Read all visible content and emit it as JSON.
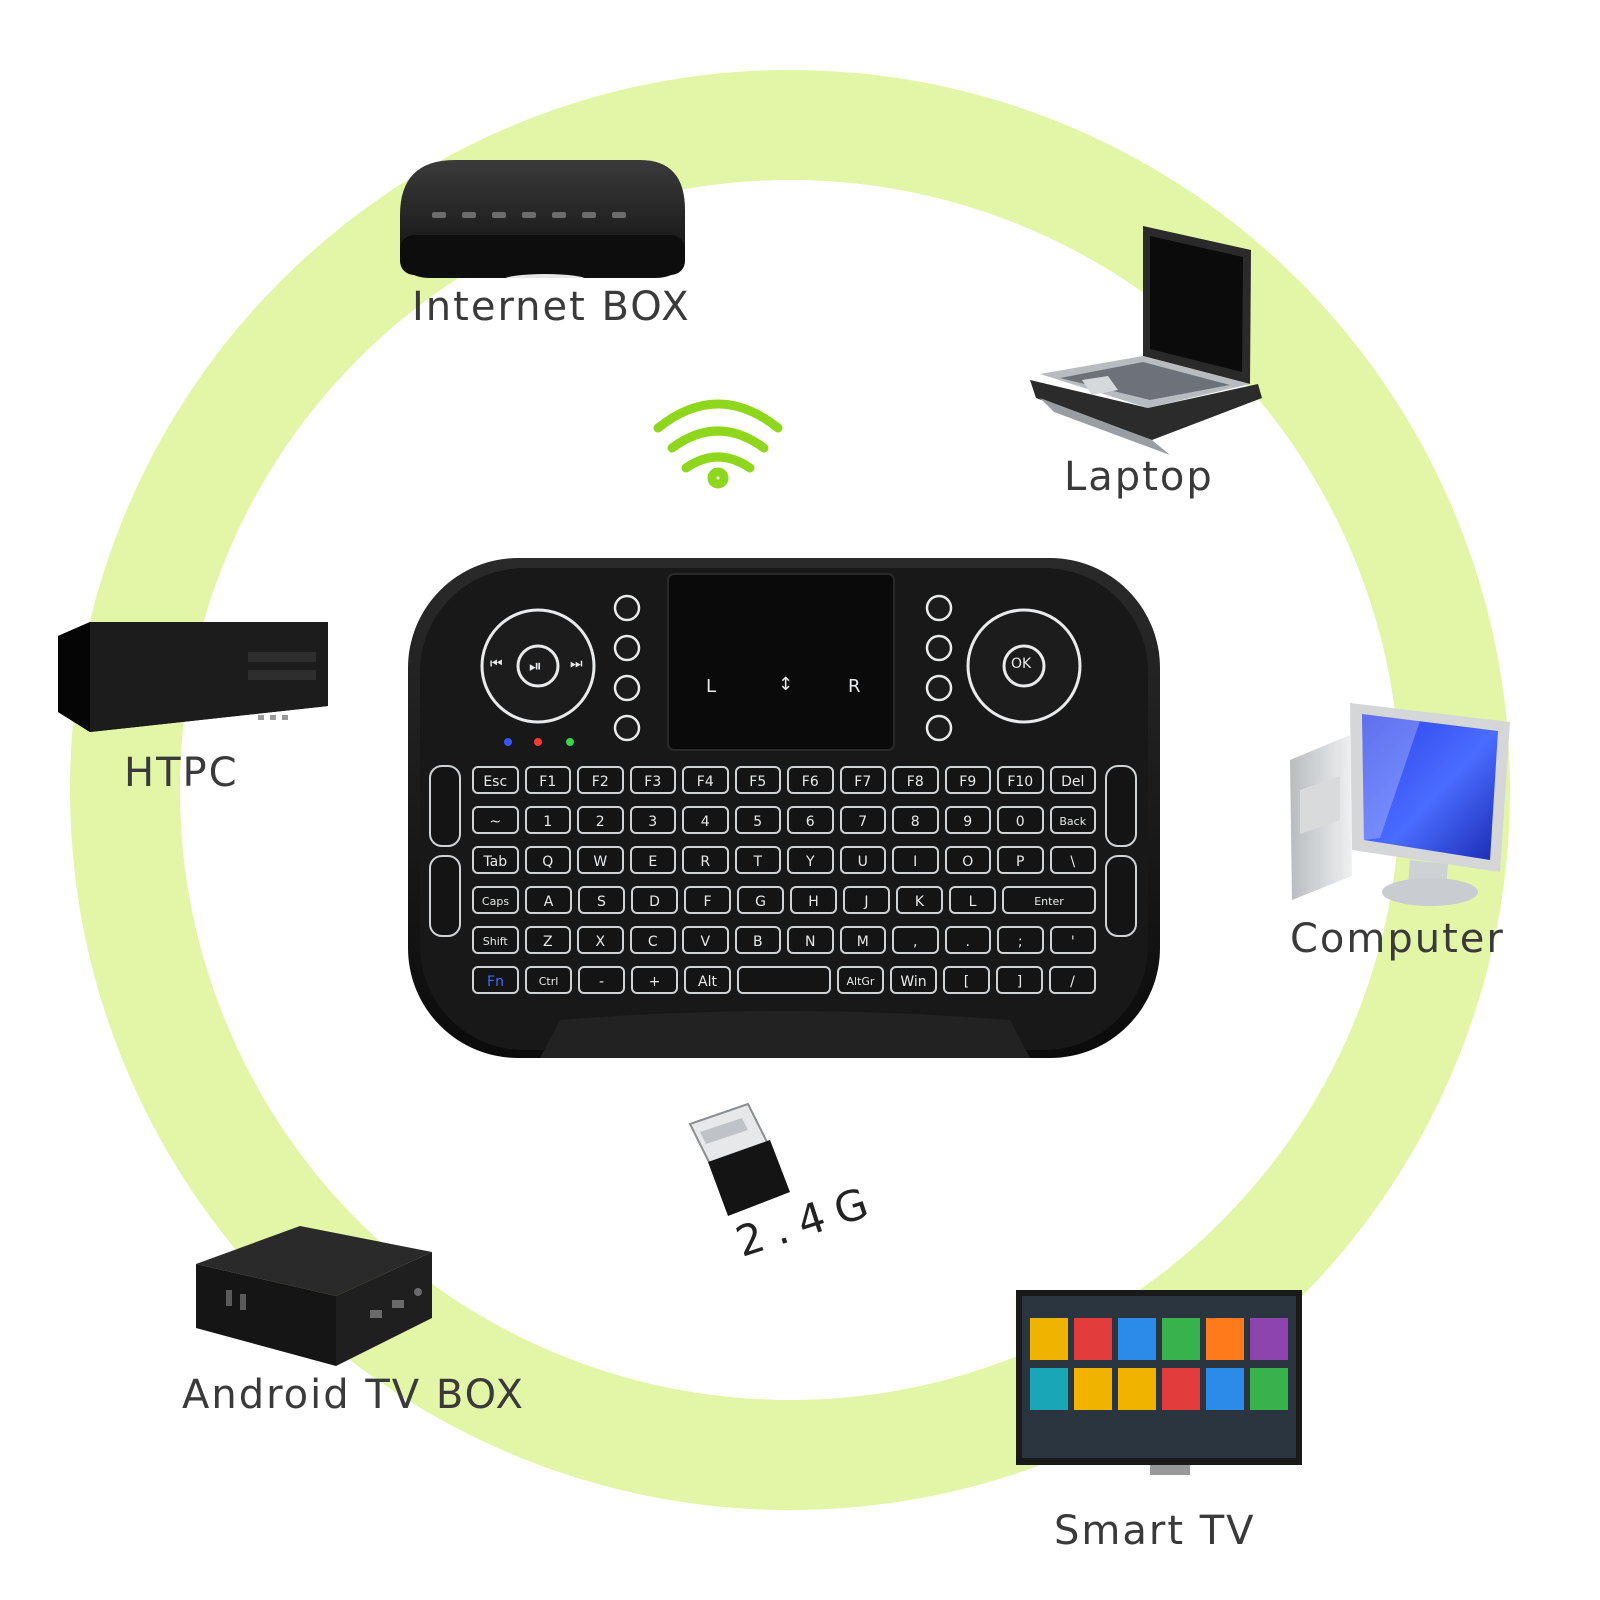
{
  "colors": {
    "ring": "#e3f5a6",
    "wifi": "#8fd71d",
    "label": "#3a3a3a",
    "keyboard_body": "#111111",
    "key_legend": "#e7e9ea",
    "fn_key": "#3f6bff",
    "led_blue": "#3a55ff",
    "led_red": "#ff3a3a",
    "led_green": "#37d64a"
  },
  "devices": {
    "internet_box": "Internet BOX",
    "laptop": "Laptop",
    "htpc": "HTPC",
    "computer": "Computer",
    "android_tv_box": "Android TV BOX",
    "smart_tv": "Smart TV"
  },
  "dongle_label": "2.4G",
  "icons": [
    "wifi-icon",
    "usb-dongle-icon",
    "power-icon",
    "mouse-icon"
  ],
  "touchpad": {
    "left": "L",
    "middle": "↕",
    "right": "R"
  },
  "dpad_left": {
    "center": "⏯",
    "prev": "⏮",
    "next": "⏭"
  },
  "dpad_right": {
    "center": "OK"
  },
  "keyboard_rows": [
    [
      "Esc",
      "F1",
      "F2",
      "F3",
      "F4",
      "F5",
      "F6",
      "F7",
      "F8",
      "F9",
      "F10",
      "Del"
    ],
    [
      "~",
      "1",
      "2",
      "3",
      "4",
      "5",
      "6",
      "7",
      "8",
      "9",
      "0",
      "Back"
    ],
    [
      "Tab",
      "Q",
      "W",
      "E",
      "R",
      "T",
      "Y",
      "U",
      "I",
      "O",
      "P",
      "\\"
    ],
    [
      "Caps",
      "A",
      "S",
      "D",
      "F",
      "G",
      "H",
      "J",
      "K",
      "L",
      "Enter"
    ],
    [
      "Shift",
      "Z",
      "X",
      "C",
      "V",
      "B",
      "N",
      "M",
      ",",
      ".",
      ";",
      "'"
    ],
    [
      "Fn",
      "Ctrl",
      "-",
      "+",
      "Alt",
      " ",
      "AltGr",
      "Win",
      "[",
      "]",
      "/"
    ]
  ]
}
